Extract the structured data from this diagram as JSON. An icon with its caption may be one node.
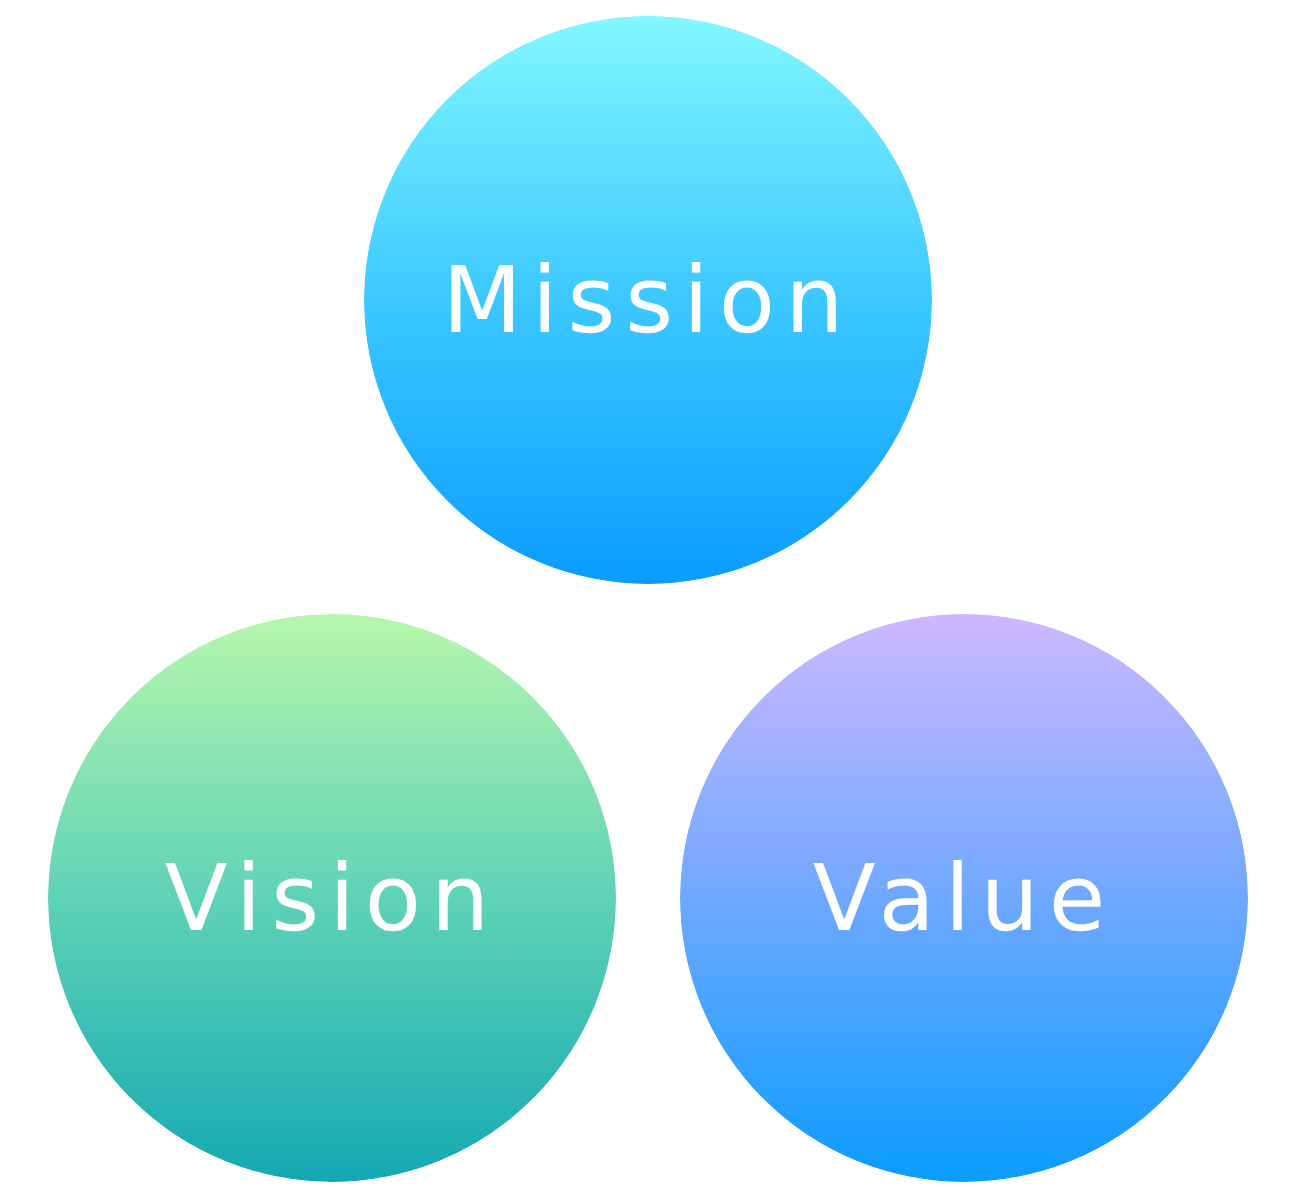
{
  "diagram": {
    "nodes": [
      {
        "text": [
          "Mission"
        ]
      },
      {
        "text": [
          "Vision"
        ]
      },
      {
        "text": [
          "Value"
        ]
      }
    ]
  }
}
